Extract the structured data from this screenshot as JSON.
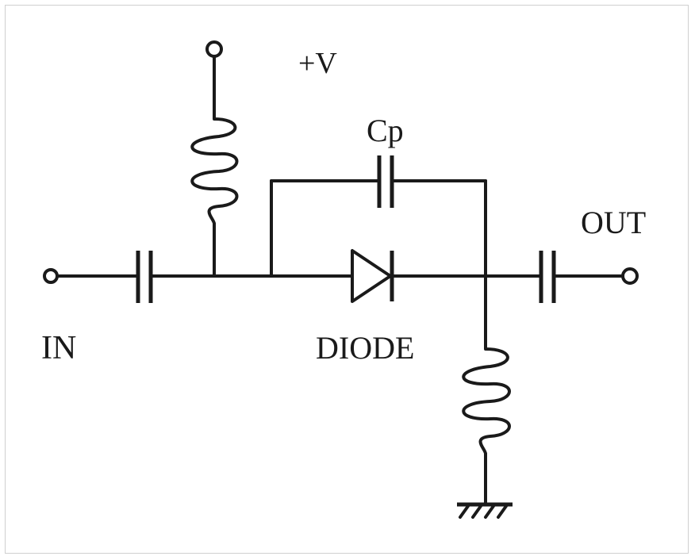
{
  "labels": {
    "input": "IN",
    "output": "OUT",
    "supply": "+V",
    "diode": "DIODE",
    "capacitor": "Cp"
  },
  "colors": {
    "ink": "#1a1a1a",
    "background": "#ffffff",
    "frame_border": "#cfcfcf"
  },
  "icons": {
    "terminal": "terminal-circle-icon",
    "ground": "ground-symbol-icon"
  }
}
